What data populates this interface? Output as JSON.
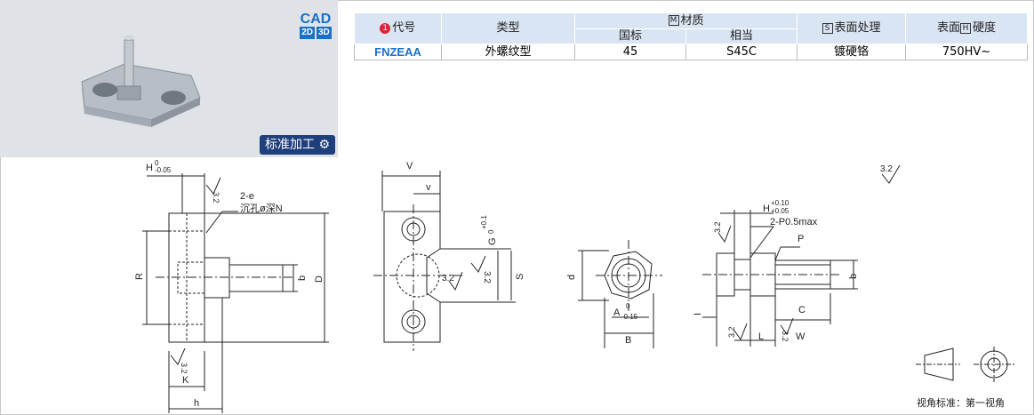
{
  "photo": {
    "cad_label": "CAD",
    "cad_2d": "2D",
    "cad_3d": "3D",
    "standard_badge": "标准加工"
  },
  "spec_table": {
    "headers": {
      "code": "代号",
      "type": "类型",
      "material": "材质",
      "material_std": "国标",
      "material_equiv": "相当",
      "surface": "表面处理",
      "hardness": "表面",
      "hardness_suffix": "硬度",
      "material_mark": "M",
      "surface_mark": "S",
      "hardness_mark": "H",
      "code_mark": "1"
    },
    "row": {
      "code": "FNZEAA",
      "type": "外螺纹型",
      "material_std": "45",
      "material_equiv": "S45C",
      "surface": "镀硬铬",
      "hardness": "750HV~"
    }
  },
  "drawing": {
    "view1": {
      "h_tol": "H",
      "h_tol_sup": "0",
      "h_tol_sub": "-0.05",
      "roughness_top": "3.2",
      "roughness_bottom": "3.2",
      "hole_note_1": "2-e",
      "hole_note_2": "沉孔ø深N",
      "R": "R",
      "D": "D",
      "b": "b",
      "K": "K",
      "h": "h"
    },
    "view2": {
      "V": "V",
      "v": "v",
      "G": "G",
      "G_sup": "+0.1",
      "G_sub": "0",
      "S": "S",
      "roughness_a": "3.2",
      "roughness_b": "3.2"
    },
    "view3": {
      "d": "d",
      "A": "A",
      "A_sup": "0",
      "A_sub": "-0.15",
      "B": "B"
    },
    "view4": {
      "H": "H",
      "H_sup": "+0.10",
      "H_sub": "+0.05",
      "pitch_note": "2-P0.5max",
      "P": "P",
      "b": "b",
      "C": "C",
      "I": "I",
      "L": "L",
      "W": "W",
      "roughness_a": "3.2",
      "roughness_b": "3.2",
      "roughness_c": "3.2"
    },
    "general_roughness": "3.2",
    "view_standard": "视角标准：第一视角"
  },
  "colors": {
    "accent_blue": "#1a6fc7",
    "header_bg": "#d9e5f3",
    "badge_navy": "#1f3e7c",
    "photo_bg": "#dfe3e8",
    "code_dot": "#e0203a"
  }
}
